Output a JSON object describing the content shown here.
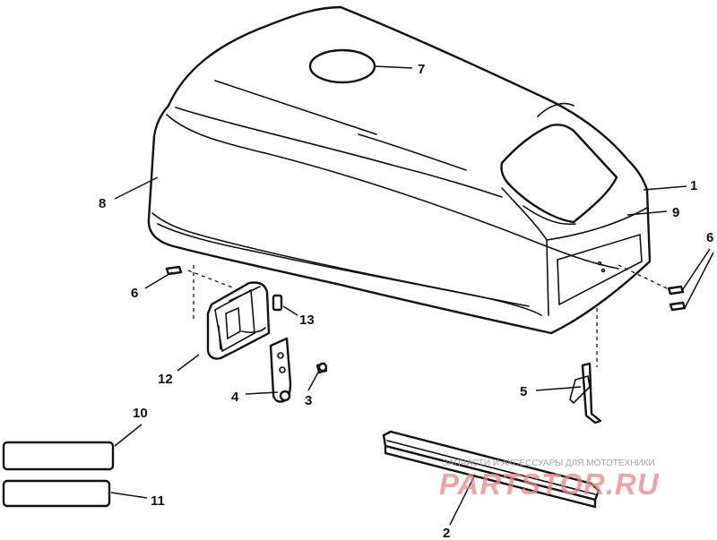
{
  "callouts": {
    "c1": "1",
    "c2": "2",
    "c3": "3",
    "c4": "4",
    "c5": "5",
    "c6_left": "6",
    "c6_right": "6",
    "c7": "7",
    "c8": "8",
    "c9": "9",
    "c10": "10",
    "c11": "11",
    "c12": "12",
    "c13": "13"
  },
  "watermark": {
    "logo": "PARTSTOR.RU",
    "tagline": "ЗАПЧАСТИ И АКСЕССУАРЫ ДЛЯ МОТОТЕХНИКИ"
  },
  "colors": {
    "line": "#111111",
    "background": "#ffffff",
    "watermark": "#e08a8a"
  }
}
